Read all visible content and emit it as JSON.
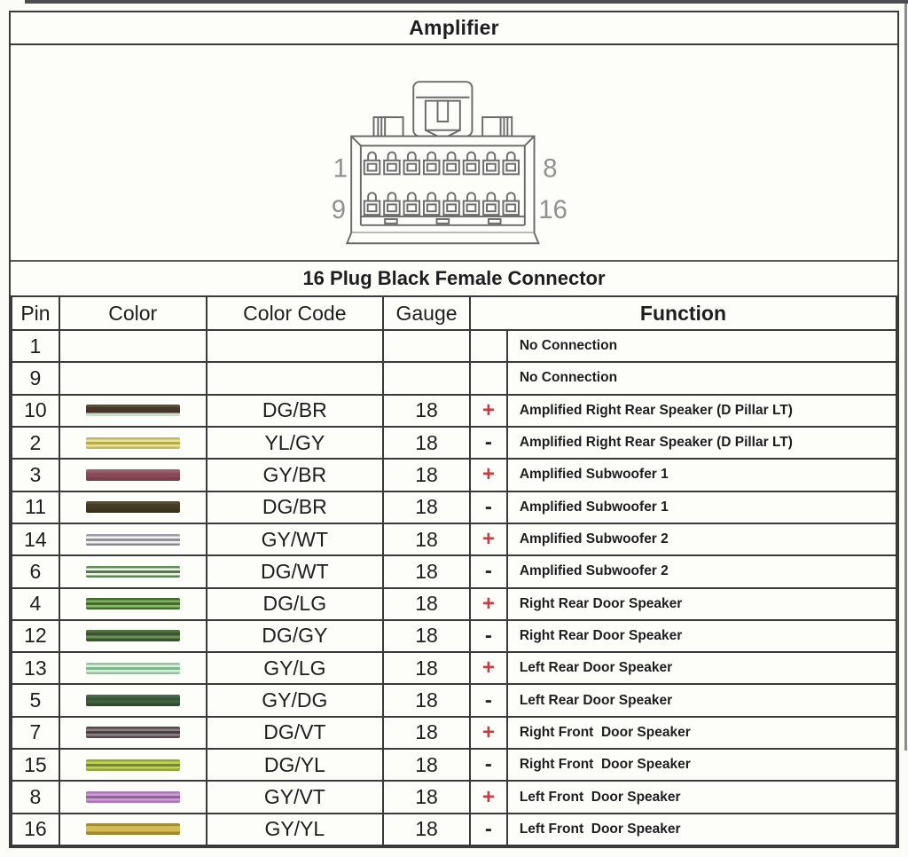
{
  "title": "Amplifier",
  "connector": {
    "caption": "16 Plug Black Female Connector",
    "labels": {
      "top_left": "1",
      "top_right": "8",
      "bottom_left": "9",
      "bottom_right": "16"
    }
  },
  "table": {
    "headers": {
      "pin": "Pin",
      "color": "Color",
      "color_code": "Color Code",
      "gauge": "Gauge",
      "function": "Function"
    },
    "rows": [
      {
        "pin": "1",
        "swatch": [],
        "color_code": "",
        "gauge": "",
        "polarity": "",
        "function": "No Connection"
      },
      {
        "pin": "9",
        "swatch": [],
        "color_code": "",
        "gauge": "",
        "polarity": "",
        "function": "No Connection"
      },
      {
        "pin": "10",
        "swatch": [
          "#56503a",
          "#4b382b",
          "#46342a",
          "#c9dfc9"
        ],
        "color_code": "DG/BR",
        "gauge": "18",
        "polarity": "+",
        "function": "Amplified Right Rear Speaker (D Pillar LT)"
      },
      {
        "pin": "2",
        "swatch": [
          "#c2b95a",
          "#e9e2a2",
          "#b5ac48",
          "#e9e2a2",
          "#c2b95a"
        ],
        "color_code": "YL/GY",
        "gauge": "18",
        "polarity": "-",
        "function": "Amplified Right Rear Speaker (D Pillar LT)"
      },
      {
        "pin": "3",
        "swatch": [
          "#9a606c",
          "#8a4c58",
          "#864955",
          "#78404b"
        ],
        "color_code": "GY/BR",
        "gauge": "18",
        "polarity": "+",
        "function": "Amplified Subwoofer 1"
      },
      {
        "pin": "11",
        "swatch": [
          "#554c2e",
          "#463d23",
          "#423a21",
          "#37311d"
        ],
        "color_code": "DG/BR",
        "gauge": "18",
        "polarity": "-",
        "function": "Amplified Subwoofer 1"
      },
      {
        "pin": "14",
        "swatch": [
          "#9b9ba6",
          "#f3f3f1",
          "#92929e",
          "#f3f3f1",
          "#88888f"
        ],
        "color_code": "GY/WT",
        "gauge": "18",
        "polarity": "+",
        "function": "Amplified Subwoofer 2"
      },
      {
        "pin": "6",
        "swatch": [
          "#5e8f58",
          "#f2f3ee",
          "#4d7f49",
          "#f2f3ee",
          "#55884f"
        ],
        "color_code": "DG/WT",
        "gauge": "18",
        "polarity": "-",
        "function": "Amplified Subwoofer 2"
      },
      {
        "pin": "4",
        "swatch": [
          "#3e6c34",
          "#85b15f",
          "#3e6c34",
          "#8fbb66",
          "#3e6c34"
        ],
        "color_code": "DG/LG",
        "gauge": "18",
        "polarity": "+",
        "function": "Right Rear Door Speaker"
      },
      {
        "pin": "12",
        "swatch": [
          "#50703f",
          "#3a5630",
          "#6e8f5c",
          "#3a5630"
        ],
        "color_code": "DG/GY",
        "gauge": "18",
        "polarity": "-",
        "function": "Right Rear Door Speaker"
      },
      {
        "pin": "13",
        "swatch": [
          "#8ec59b",
          "#dcefdf",
          "#7cb78b",
          "#dcefdf",
          "#8ec59b"
        ],
        "color_code": "GY/LG",
        "gauge": "18",
        "polarity": "+",
        "function": "Left Rear Door Speaker"
      },
      {
        "pin": "5",
        "swatch": [
          "#49684a",
          "#375639",
          "#42633f",
          "#2e4c30"
        ],
        "color_code": "GY/DG",
        "gauge": "18",
        "polarity": "-",
        "function": "Left Rear Door Speaker"
      },
      {
        "pin": "7",
        "swatch": [
          "#514f44",
          "#947a99",
          "#45443a",
          "#947a99",
          "#514f44"
        ],
        "color_code": "DG/VT",
        "gauge": "18",
        "polarity": "+",
        "function": "Right Front  Door Speaker"
      },
      {
        "pin": "15",
        "swatch": [
          "#93a53e",
          "#c0cf5d",
          "#74862f",
          "#c0cf5d",
          "#93a53e"
        ],
        "color_code": "DG/YL",
        "gauge": "18",
        "polarity": "-",
        "function": "Right Front  Door Speaker"
      },
      {
        "pin": "8",
        "swatch": [
          "#aa79b4",
          "#cb9cd6",
          "#92609f",
          "#cb9cd6",
          "#aa79b4"
        ],
        "color_code": "GY/VT",
        "gauge": "18",
        "polarity": "+",
        "function": "Left Front  Door Speaker"
      },
      {
        "pin": "16",
        "swatch": [
          "#a28c35",
          "#d3bd52",
          "#d3bd52",
          "#9d8833"
        ],
        "color_code": "GY/YL",
        "gauge": "18",
        "polarity": "-",
        "function": "Left Front  Door Speaker"
      }
    ]
  },
  "colors": {
    "plus": "#cf3a40",
    "minus": "#26262a",
    "table_border": "#3a3a3a"
  }
}
